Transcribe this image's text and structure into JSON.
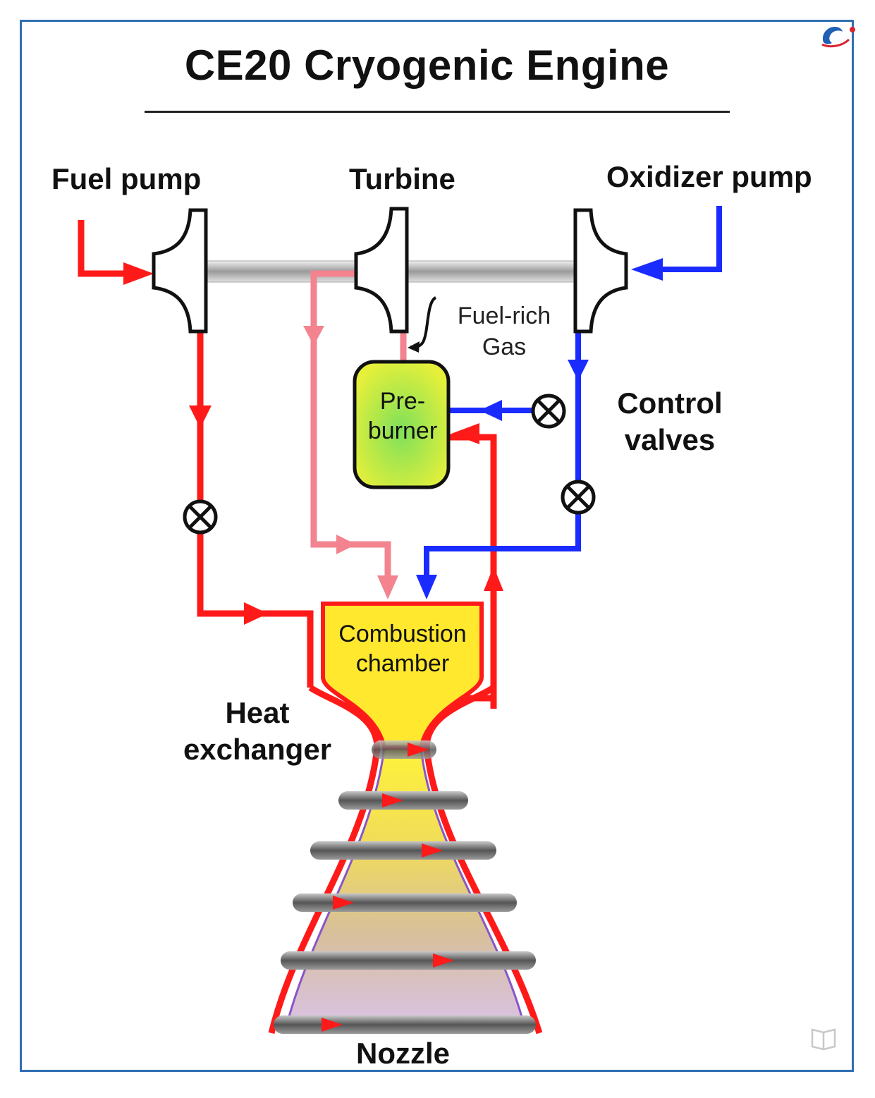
{
  "title": "CE20 Cryogenic Engine",
  "labels": {
    "fuel_pump": "Fuel pump",
    "turbine": "Turbine",
    "oxidizer_pump": "Oxidizer pump",
    "fuel_rich_gas_line1": "Fuel-rich",
    "fuel_rich_gas_line2": "Gas",
    "pre_burner_line1": "Pre-",
    "pre_burner_line2": "burner",
    "control_valves_line1": "Control",
    "control_valves_line2": "valves",
    "combustion_line1": "Combustion",
    "combustion_line2": "chamber",
    "heat_exchanger_line1": "Heat",
    "heat_exchanger_line2": "exchanger",
    "nozzle": "Nozzle"
  },
  "colors": {
    "fuel_line": "#ff1a1a",
    "oxidizer_line": "#1a2bff",
    "turbine_exhaust": "#f2838f",
    "preburner_fill": "#b9e63a",
    "chamber_fill": "#ffe82e",
    "frame": "#2f6fb3"
  },
  "icons": {
    "logo": "brand-logo-icon",
    "book": "book-icon"
  }
}
